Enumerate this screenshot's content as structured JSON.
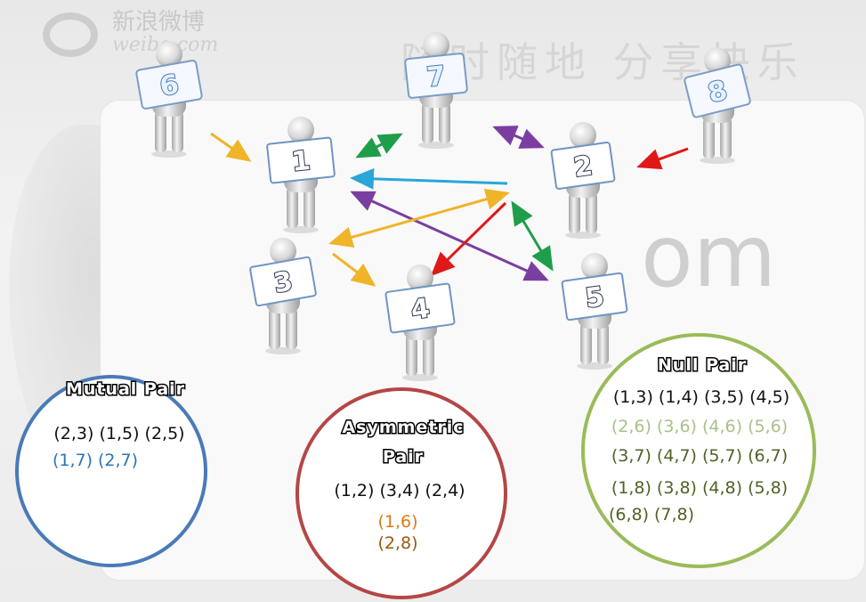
{
  "background": {
    "logo_text_cn": "新浪微博",
    "logo_text_en": "weibo.com",
    "slogan": "随时随地 分享快乐",
    "watermark": "om"
  },
  "people": [
    {
      "id": "p6",
      "label": "6"
    },
    {
      "id": "p7",
      "label": "7"
    },
    {
      "id": "p8",
      "label": "8"
    },
    {
      "id": "p1",
      "label": "1"
    },
    {
      "id": "p2",
      "label": "2"
    },
    {
      "id": "p3",
      "label": "3"
    },
    {
      "id": "p4",
      "label": "4"
    },
    {
      "id": "p5",
      "label": "5"
    }
  ],
  "colors": {
    "mutual": "#4a7ab8",
    "asymmetric": "#b54646",
    "null": "#9bbb59",
    "arrow_yellow": "#f0b429",
    "arrow_green": "#1e9e4a",
    "arrow_purple": "#7a3ea0",
    "arrow_blue": "#2aa6d8",
    "arrow_red": "#e01818",
    "text_dark": "#111111",
    "text_blue": "#2e75b6",
    "text_orange": "#e07818",
    "text_brown": "#9a5a10",
    "text_olive": "#4f6228",
    "text_sage": "#a9c08a"
  },
  "mutual": {
    "title": "Mutual Pair",
    "line1": "(2,3) (1,5) (2,5)",
    "line2": "(1,7) (2,7)"
  },
  "asymmetric": {
    "title_line1": "Asymmetric",
    "title_line2": "Pair",
    "line1": "(1,2) (3,4) (2,4)",
    "line2": "(1,6)",
    "line3": "(2,8)"
  },
  "null": {
    "title": "Null Pair",
    "line1": "(1,3) (1,4) (3,5) (4,5)",
    "line2": "(2,6) (3,6) (4,6) (5,6)",
    "line3": "(3,7) (4,7) (5,7) (6,7)",
    "line4": "(1,8) (3,8) (4,8) (5,8)",
    "line5": "(6,8) (7,8)"
  }
}
